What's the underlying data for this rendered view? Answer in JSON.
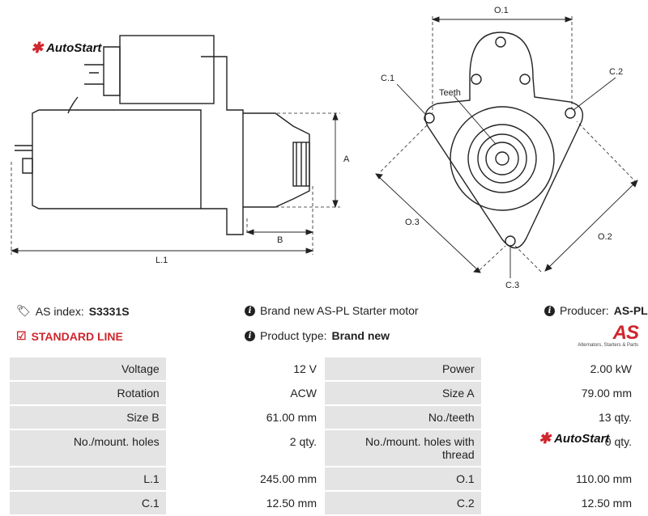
{
  "brand_logo": "AutoStart",
  "brand_colors": {
    "accent": "#d0262d",
    "label_bg": "#e4e4e4"
  },
  "drawing": {
    "side_labels": {
      "a": "A",
      "b": "B",
      "l1": "L.1"
    },
    "front_labels": {
      "o1": "O.1",
      "o2": "O.2",
      "o3": "O.3",
      "c1": "C.1",
      "c2": "C.2",
      "c3": "C.3",
      "teeth": "Teeth"
    }
  },
  "info": {
    "index_label": "AS index:",
    "index_value": "S3331S",
    "line_label": "STANDARD LINE",
    "description": "Brand new AS-PL Starter motor",
    "product_type_label": "Product type:",
    "product_type_value": "Brand new",
    "producer_label": "Producer:",
    "producer_value": "AS-PL"
  },
  "producer_logo": {
    "mark": "AS",
    "tagline": "Alternators, Starters & Parts"
  },
  "specs": [
    {
      "l1": "Voltage",
      "v1": "12 V",
      "l2": "Power",
      "v2": "2.00 kW"
    },
    {
      "l1": "Rotation",
      "v1": "ACW",
      "l2": "Size A",
      "v2": "79.00 mm"
    },
    {
      "l1": "Size B",
      "v1": "61.00 mm",
      "l2": "No./teeth",
      "v2": "13 qty."
    },
    {
      "l1": "No./mount. holes",
      "v1": "2 qty.",
      "l2": "No./mount. holes with thread",
      "v2": "0 qty."
    },
    {
      "l1": "L.1",
      "v1": "245.00 mm",
      "l2": "O.1",
      "v2": "110.00 mm"
    },
    {
      "l1": "C.1",
      "v1": "12.50 mm",
      "l2": "C.2",
      "v2": "12.50 mm"
    }
  ]
}
